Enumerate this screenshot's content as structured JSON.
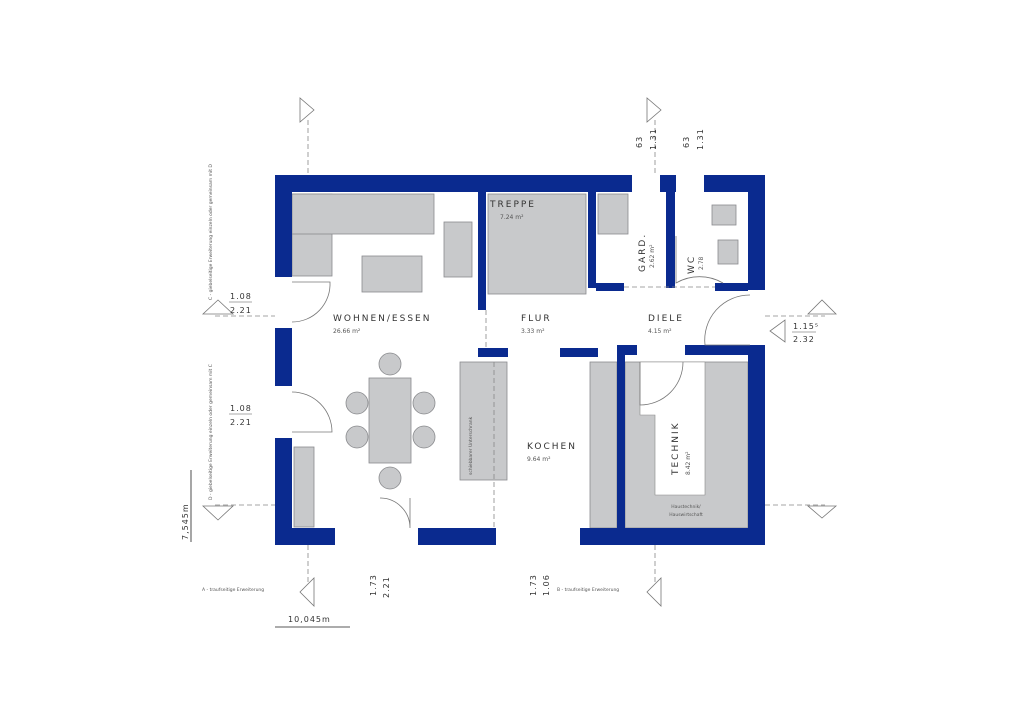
{
  "rooms": {
    "wohnen": {
      "name": "WOHNEN/ESSEN",
      "area": "26.66 m²"
    },
    "treppe": {
      "name": "TREPPE",
      "area": "7.24 m²"
    },
    "flur": {
      "name": "FLUR",
      "area": "3.33 m²"
    },
    "gard": {
      "name": "GARD.",
      "area": "2.62 m²"
    },
    "wc": {
      "name": "WC",
      "area": "2.78"
    },
    "diele": {
      "name": "DIELE",
      "area": "4.15 m²"
    },
    "kochen": {
      "name": "KOCHEN",
      "area": "9.64 m²"
    },
    "technik": {
      "name": "TECHNIK",
      "area": "8.42 m²",
      "note1": "Haustechnik/",
      "note2": "Hauswirtschaft"
    }
  },
  "kitchen_note": "schiebbarer Unterschrank",
  "dimensions": {
    "left_door_upper": {
      "top": "1.08",
      "bottom": "2.21"
    },
    "left_door_lower": {
      "top": "1.08",
      "bottom": "2.21"
    },
    "entrance": {
      "top": "1.15⁵",
      "bottom": "2.32"
    },
    "window_gard": {
      "top": "63",
      "bottom": "1.31"
    },
    "window_wc": {
      "top": "63",
      "bottom": "1.31"
    },
    "window_bottom_left": {
      "top": "1.73",
      "bottom": "2.21"
    },
    "window_bottom_kitchen": {
      "top": "1.73",
      "bottom": "1.06"
    },
    "depth": "7,545m",
    "width": "10,045m"
  },
  "extension_notes": {
    "a": "A - traufseitige Erweiterung",
    "b": "B - traufseitige Erweiterung",
    "c": "C - giebelseitige Erweiterung einzeln oder gemeinsam mit D",
    "d": "D - giebelseitige Erweiterung einzeln oder gemeinsam mit C"
  },
  "colors": {
    "wall": "#0a2a8f",
    "furniture": "#c8c9cb"
  }
}
